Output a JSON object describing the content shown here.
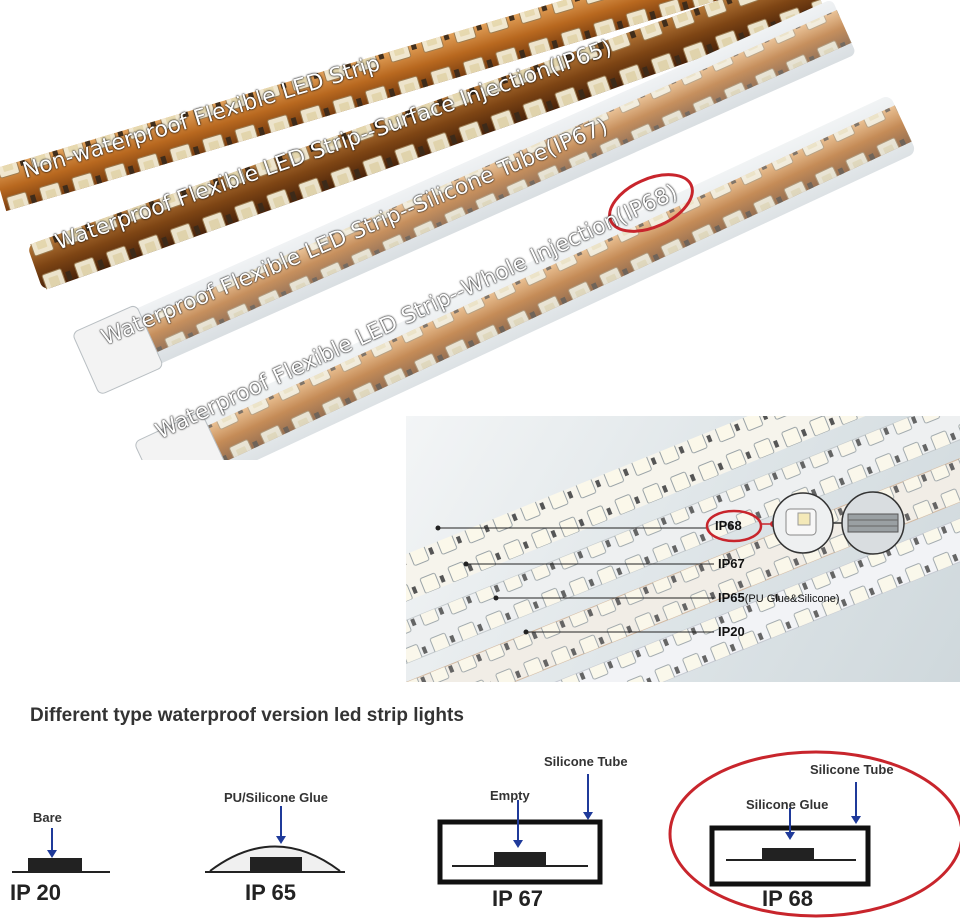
{
  "strips": {
    "non_waterproof": "Non-waterproof Flexible LED Strip",
    "surface_injection": "Waterproof Flexible LED Strip--Surface Injection(IP65)",
    "silicone_tube": "Waterproof Flexible LED Strip--Silicone Tube(IP67)",
    "whole_injection_prefix": "Waterproof Flexible LED Strip--Whole Injection",
    "whole_injection_ip": "(IP68)"
  },
  "inset": {
    "ip68": "IP68",
    "ip67": "IP67",
    "ip65": "IP65",
    "ip65_note": "(PU Glue&Silicone)",
    "ip20": "IP20"
  },
  "diagram": {
    "title": "Different type waterproof version led strip lights",
    "ip20": {
      "label": "IP 20",
      "part": "Bare"
    },
    "ip65": {
      "label": "IP 65",
      "part": "PU/Silicone Glue"
    },
    "ip67": {
      "label": "IP 67",
      "part": "Empty",
      "tube": "Silicone Tube"
    },
    "ip68": {
      "label": "IP 68",
      "part": "Silicone Glue",
      "tube": "Silicone Tube"
    }
  },
  "colors": {
    "highlight": "#c8252c",
    "strip_copper": "#b8681f",
    "led_face": "#f2ecd6"
  }
}
